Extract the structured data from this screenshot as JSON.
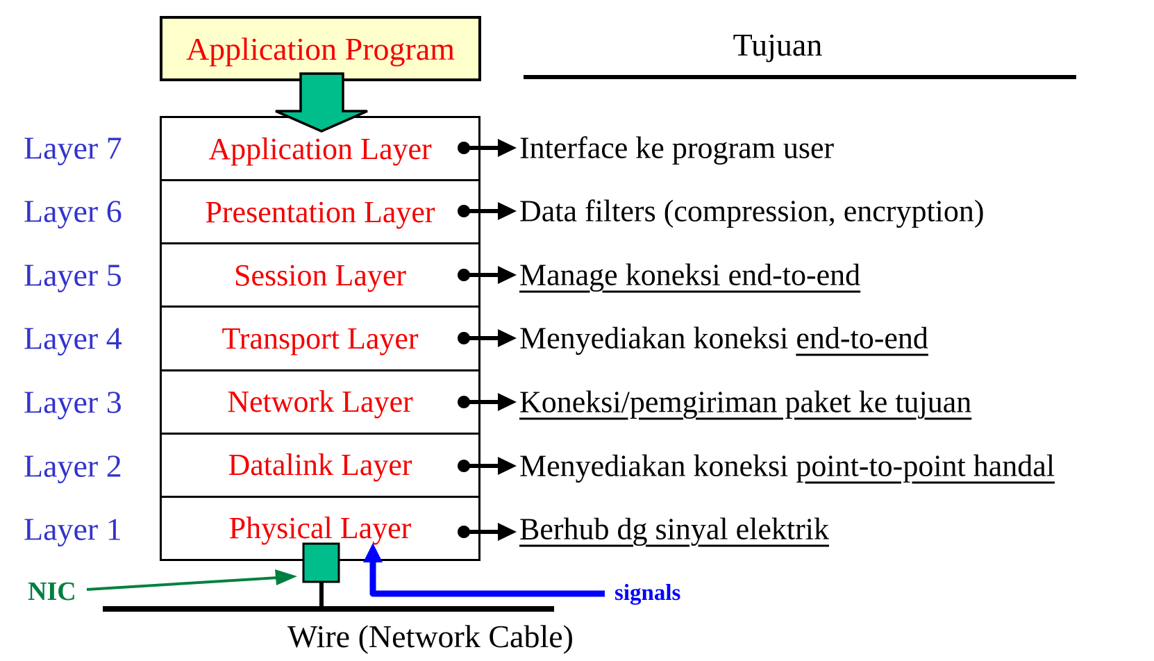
{
  "app_program": {
    "label": "Application Program"
  },
  "header": {
    "title": "Tujuan"
  },
  "layers": [
    {
      "number_label": "Layer 7",
      "name": "Application Layer",
      "desc_plain": "Interface ke program user",
      "desc_underline": ""
    },
    {
      "number_label": "Layer 6",
      "name": "Presentation Layer",
      "desc_plain": "Data filters (compression, encryption)",
      "desc_underline": ""
    },
    {
      "number_label": "Layer 5",
      "name": "Session Layer",
      "desc_plain": "",
      "desc_underline": "Manage koneksi end-to-end"
    },
    {
      "number_label": "Layer 4",
      "name": "Transport Layer",
      "desc_plain": "Menyediakan koneksi ",
      "desc_underline": "end-to-end"
    },
    {
      "number_label": "Layer 3",
      "name": "Network Layer",
      "desc_plain": "",
      "desc_underline": "Koneksi/pemgiriman paket ke tujuan"
    },
    {
      "number_label": "Layer 2",
      "name": "Datalink Layer",
      "desc_plain": "Menyediakan koneksi ",
      "desc_underline": "point-to-point handal"
    },
    {
      "number_label": "Layer 1",
      "name": "Physical Layer",
      "desc_plain": "",
      "desc_underline": "Berhub dg sinyal elektrik"
    }
  ],
  "bottom": {
    "nic_label": "NIC",
    "signals_label": "signals",
    "wire_label": "Wire (Network Cable)"
  },
  "colors": {
    "red": "#f40000",
    "blue": "#3333cc",
    "green": "#00be8c",
    "darkgreen": "#008040",
    "signalblue": "#0000ff",
    "yellow": "#ffffcc",
    "black": "#000000"
  }
}
